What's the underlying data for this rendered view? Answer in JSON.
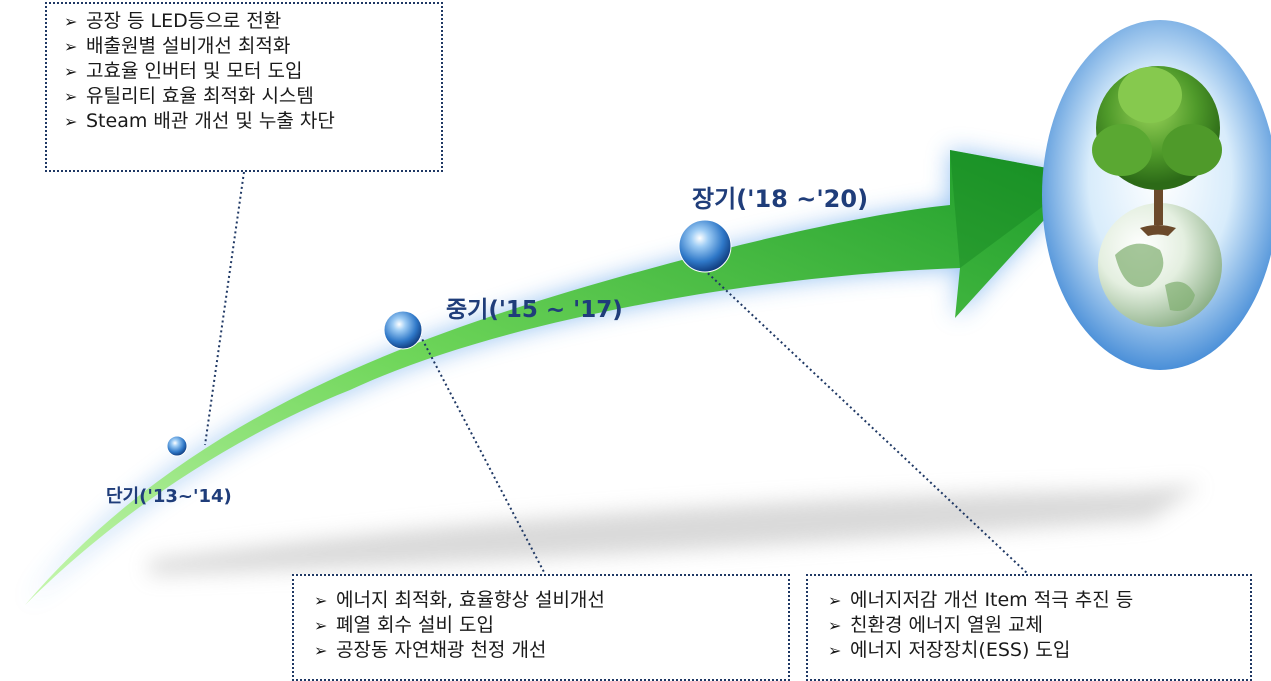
{
  "bullet_marker": "➢",
  "stages": [
    {
      "id": "short",
      "label": "단기('13~'14)"
    },
    {
      "id": "mid",
      "label": "중기('15 ~ '17)"
    },
    {
      "id": "long",
      "label": "장기('18 ~'20)"
    }
  ],
  "boxes": {
    "short": {
      "items": [
        "공장 등 LED등으로 전환",
        "배출원별 설비개선 최적화",
        "고효율 인버터 및 모터 도입",
        "유틸리티 효율 최적화 시스템",
        "Steam 배관 개선 및 누출 차단"
      ]
    },
    "mid": {
      "items": [
        "에너지 최적화, 효율향상 설비개선",
        "폐열 회수 설비 도입",
        "공장동 자연채광 천정 개선"
      ]
    },
    "long": {
      "items": [
        "에너지저감 개선 Item 적극 추진 등",
        "친환경 에너지 열원 교체",
        "에너지 저장장치(ESS) 도입"
      ]
    }
  },
  "colors": {
    "arrow_light": "#b8f0a0",
    "arrow_dark": "#1c9e2b",
    "glow": "#3d8fe6",
    "label": "#1f3d7a",
    "dotted_line": "#1f3864"
  }
}
